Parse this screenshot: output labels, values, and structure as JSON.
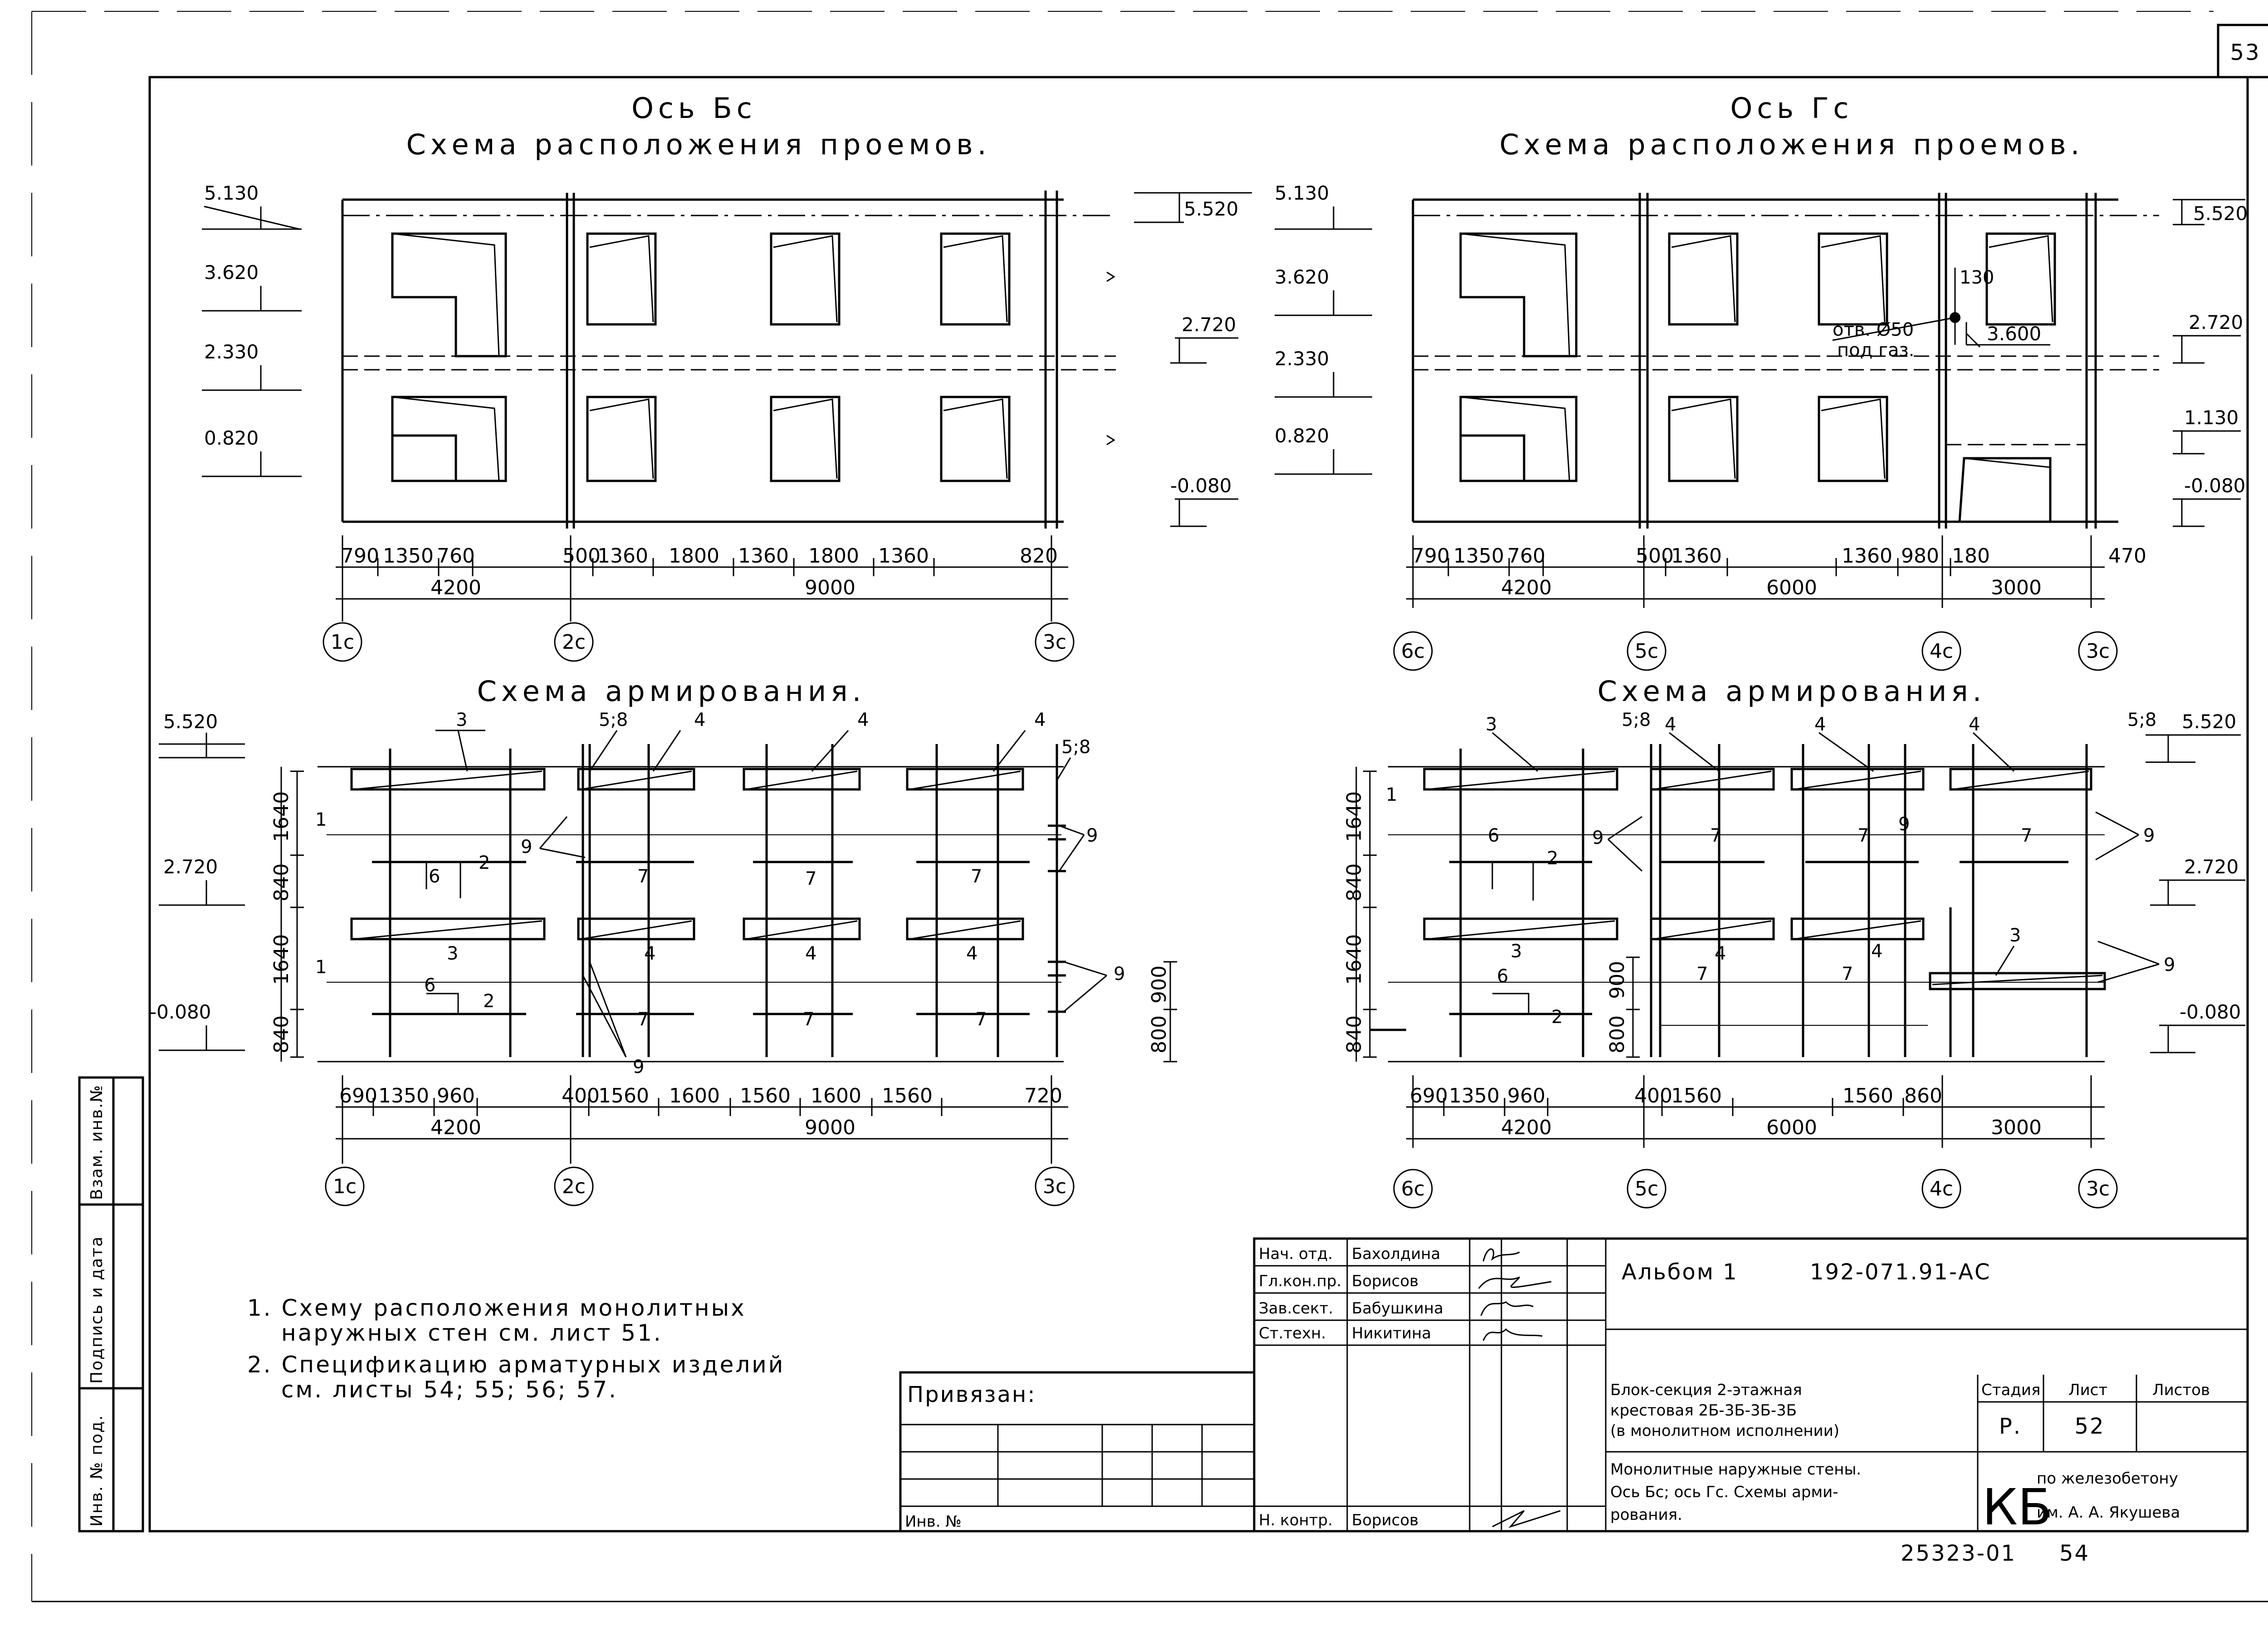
{
  "sheet": {
    "number": "53",
    "archive_no": "25323-01",
    "archive_page": "54"
  },
  "left": {
    "axis_title": "Ось Бс",
    "openings_title": "Схема расположения проемов.",
    "rebar_title": "Схема армирования.",
    "levels_left": [
      "5.130",
      "3.620",
      "2.330",
      "0.820"
    ],
    "levels_right": [
      "5.520",
      "2.720",
      "-0.080"
    ],
    "dims_top": [
      "790",
      "1350",
      "760",
      "500",
      "1360",
      "1800",
      "1360",
      "1800",
      "1360",
      "820"
    ],
    "dims_total": [
      "4200",
      "9000"
    ],
    "axes": [
      "1с",
      "2с",
      "3с"
    ],
    "rebar_levels": [
      "5.520",
      "2.720",
      "-0.080"
    ],
    "rebar_dims_top": [
      "690",
      "1350",
      "960",
      "400",
      "1560",
      "1600",
      "1560",
      "1600",
      "1560",
      "720"
    ],
    "rebar_dims_total": [
      "4200",
      "9000"
    ],
    "rebar_vert": [
      "1640",
      "840",
      "1640",
      "840"
    ],
    "rebar_vert_right": [
      "900",
      "800"
    ],
    "marks": [
      "3",
      "5;8",
      "4",
      "4",
      "4",
      "5;8",
      "1",
      "9",
      "2",
      "6",
      "7",
      "7",
      "7",
      "9",
      "3",
      "4",
      "4",
      "4",
      "9",
      "1",
      "6",
      "2",
      "7",
      "7",
      "7",
      "9"
    ]
  },
  "right": {
    "axis_title": "Ось Гс",
    "openings_title": "Схема расположения проемов.",
    "rebar_title": "Схема армирования.",
    "levels_left": [
      "5.130",
      "3.620",
      "2.330",
      "0.820"
    ],
    "levels_right": [
      "5.520",
      "2.720",
      "1.130",
      "-0.080"
    ],
    "hole_note_1": "отв. Ø50",
    "hole_note_2": "под газ.",
    "hole_dim": "130",
    "hole_level": "3.600",
    "dims_top": [
      "790",
      "1350",
      "760",
      "500",
      "1360",
      "1360",
      "980",
      "180",
      "470"
    ],
    "dims_total": [
      "4200",
      "6000",
      "3000"
    ],
    "axes": [
      "6с",
      "5с",
      "4с",
      "3с"
    ],
    "rebar_levels": [
      "5.520",
      "2.720",
      "-0.080"
    ],
    "rebar_dims_top": [
      "690",
      "1350",
      "960",
      "400",
      "1560",
      "1560",
      "860"
    ],
    "rebar_dims_total": [
      "4200",
      "6000",
      "3000"
    ],
    "rebar_vert": [
      "1640",
      "840",
      "1640",
      "840"
    ],
    "rebar_vert_mid": [
      "900",
      "800"
    ],
    "marks": [
      "3",
      "5;8",
      "4",
      "4",
      "4",
      "5;8",
      "1",
      "6",
      "2",
      "9",
      "7",
      "7",
      "9",
      "7",
      "9",
      "3",
      "4",
      "4",
      "3",
      "6",
      "7",
      "7",
      "2",
      "9"
    ]
  },
  "notes": [
    "1. Схему расположения монолитных",
    "наружных стен см. лист 51.",
    "2. Спецификацию арматурных изделий",
    "см. листы 54; 55; 56; 57."
  ],
  "side_block": [
    "Инв. № под.",
    "Подпись и дата",
    "Взам. инв.№"
  ],
  "stamp": {
    "bound_label": "Привязан:",
    "inv_label": "Инв. №",
    "roles": [
      "Нач. отд.",
      "Гл.кон.пр.",
      "Зав.сект.",
      "Ст.техн."
    ],
    "names": [
      "Бахолдина",
      "Борисов",
      "Бабушкина",
      "Никитина"
    ],
    "control_role": "Н. контр.",
    "control_name": "Борисов",
    "album": "Альбом 1",
    "code": "192-071.91-АС",
    "desc_1": "Блок-секция 2-этажная",
    "desc_2": "крестовая 2Б-3Б-3Б-3Б",
    "desc_3": "(в монолитном исполнении)",
    "stage_h": "Стадия",
    "sheet_h": "Лист",
    "sheets_h": "Листов",
    "stage": "Р.",
    "sheet_no": "52",
    "title_1": "Монолитные наружные стены.",
    "title_2": "Ось Бс; ось Гс. Схемы арми-",
    "title_3": "рования.",
    "org_logo": "КБ",
    "org_1": "по железобетону",
    "org_2": "им. А. А. Якушева"
  }
}
